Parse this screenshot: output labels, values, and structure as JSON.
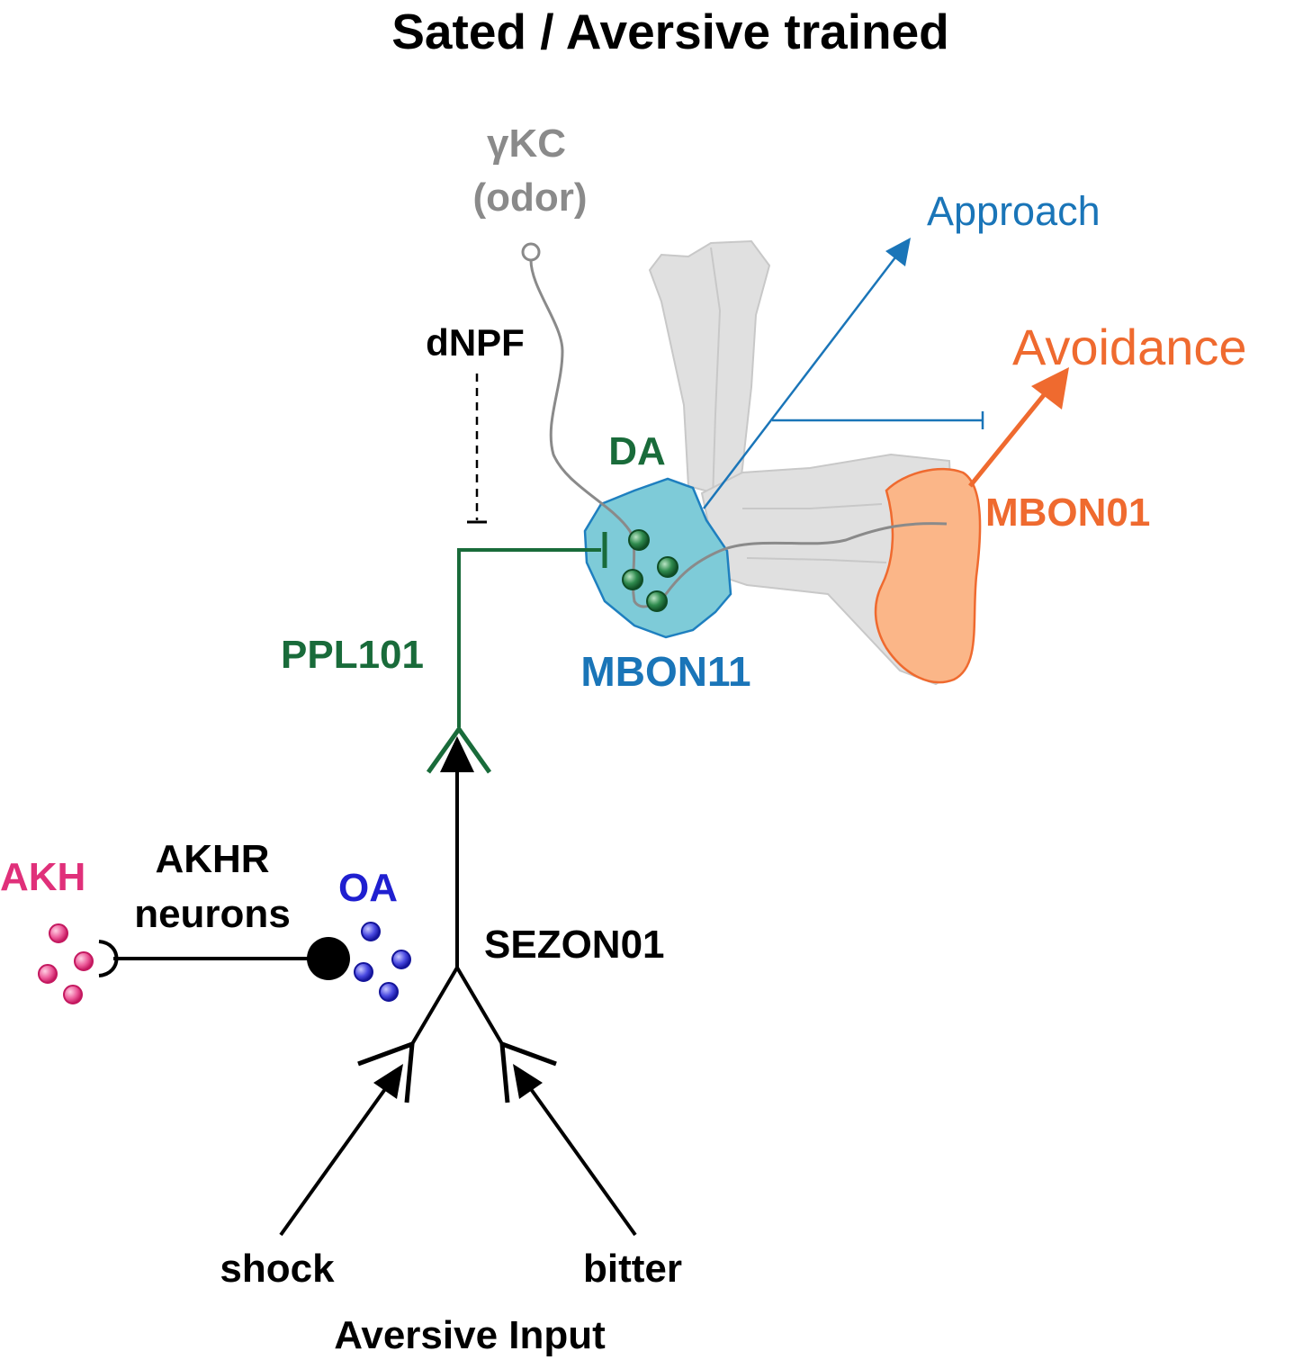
{
  "title": "Sated / Aversive trained",
  "labels": {
    "gamma_kc_line1": "γKC",
    "gamma_kc_line2": "(odor)",
    "approach": "Approach",
    "avoidance": "Avoidance",
    "dnpf": "dNPF",
    "da": "DA",
    "mbon01": "MBON01",
    "mbon11": "MBON11",
    "ppl101": "PPL101",
    "akh": "AKH",
    "akhr_line1": "AKHR",
    "akhr_line2": "neurons",
    "oa": "OA",
    "sezon01": "SEZON01",
    "shock": "shock",
    "bitter": "bitter",
    "aversive_input": "Aversive Input"
  },
  "colors": {
    "black": "#000000",
    "gray_neuron": "#8a8a8a",
    "mb_lobe_fill": "#e0e0e0",
    "mb_lobe_edge": "#c8c8c8",
    "mbon11_fill": "#7ecbd8",
    "mbon11_edge": "#1e7fbf",
    "approach_blue": "#1a75b8",
    "mbon01_fill": "#fbb688",
    "avoidance_orange": "#ef6a2f",
    "ppl_green": "#196b3a",
    "akh_pink": "#e0307a",
    "oa_blue": "#1f1fd0"
  }
}
